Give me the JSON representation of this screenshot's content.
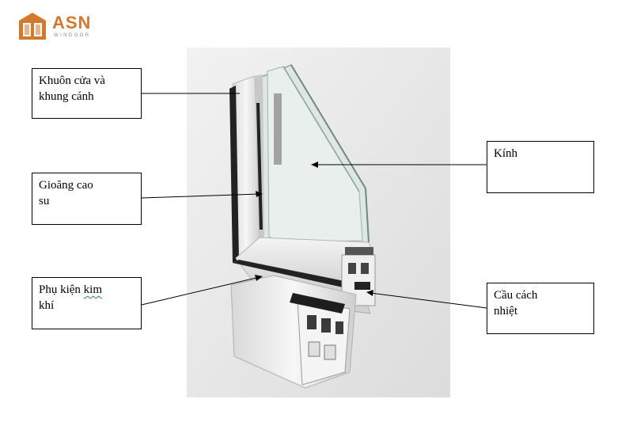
{
  "logo": {
    "brand": "ASN",
    "sub": "WINDOOR",
    "color": "#d4782c"
  },
  "labels": {
    "frame": {
      "line1": "Khuôn cửa và",
      "line2": "khung cánh"
    },
    "gasket": {
      "line1": "Gioăng cao",
      "line2": "su"
    },
    "hardware": {
      "line1_a": "Phụ kiện ",
      "line1_b": "kim",
      "line2": "khí"
    },
    "glass": {
      "line1": "Kính"
    },
    "thermal": {
      "line1": "Cầu cách",
      "line2": "nhiệt"
    }
  }
}
